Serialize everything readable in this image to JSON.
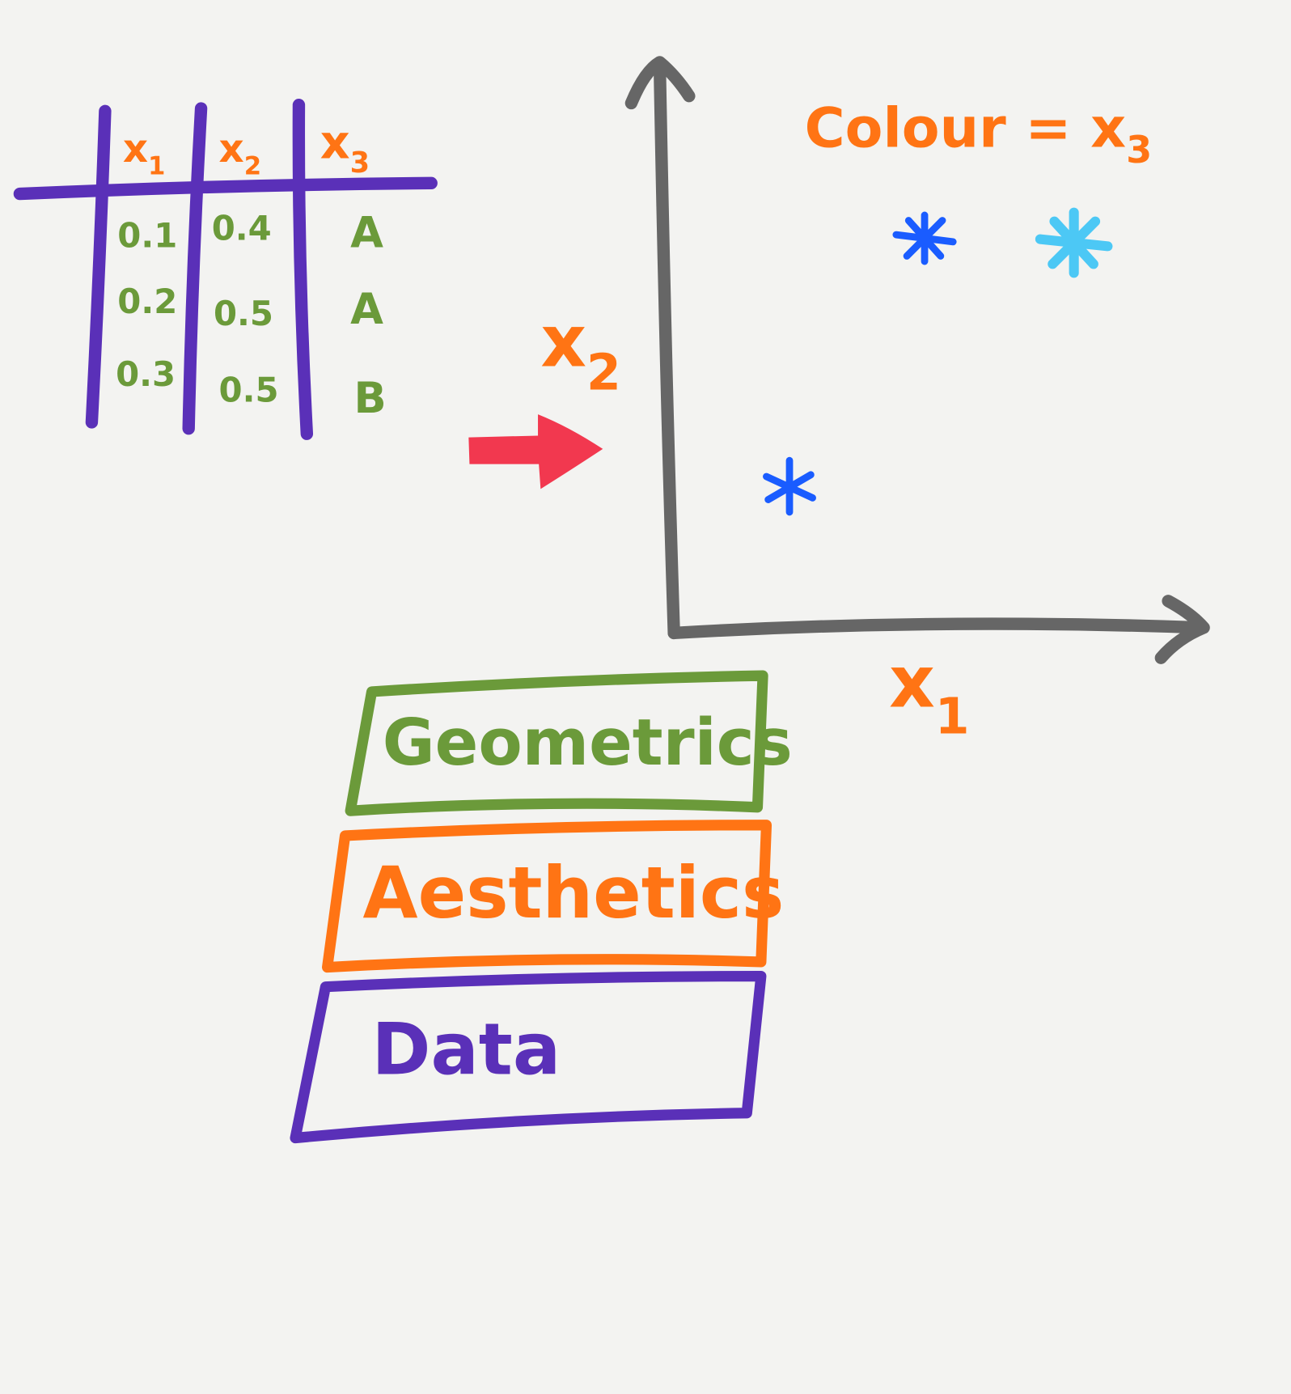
{
  "colors": {
    "data": "#5a30b8",
    "aesthetics": "#ff7414",
    "geometrics": "#6b9a3a",
    "axis": "#666666",
    "arrow": "#f2384f",
    "point_a": "#1a5cff",
    "point_b": "#4cc8f5"
  },
  "table": {
    "headers": [
      {
        "base": "x",
        "sub": "1"
      },
      {
        "base": "x",
        "sub": "2"
      },
      {
        "base": "x",
        "sub": "3"
      }
    ],
    "rows": [
      [
        "0.1",
        "0.4",
        "A"
      ],
      [
        "0.2",
        "0.5",
        "A"
      ],
      [
        "0.3",
        "0.5",
        "B"
      ]
    ]
  },
  "plot": {
    "y_label": {
      "base": "x",
      "sub": "2"
    },
    "x_label": {
      "base": "x",
      "sub": "1"
    },
    "colour_label": {
      "text": "Colour = ",
      "base": "x",
      "sub": "3"
    },
    "points": [
      {
        "x1": 0.1,
        "x2": 0.4,
        "x3": "A"
      },
      {
        "x1": 0.2,
        "x2": 0.5,
        "x3": "A"
      },
      {
        "x1": 0.3,
        "x2": 0.5,
        "x3": "B"
      }
    ]
  },
  "layers": {
    "geometrics": "Geometrics",
    "aesthetics": "Aesthetics",
    "data": "Data"
  }
}
